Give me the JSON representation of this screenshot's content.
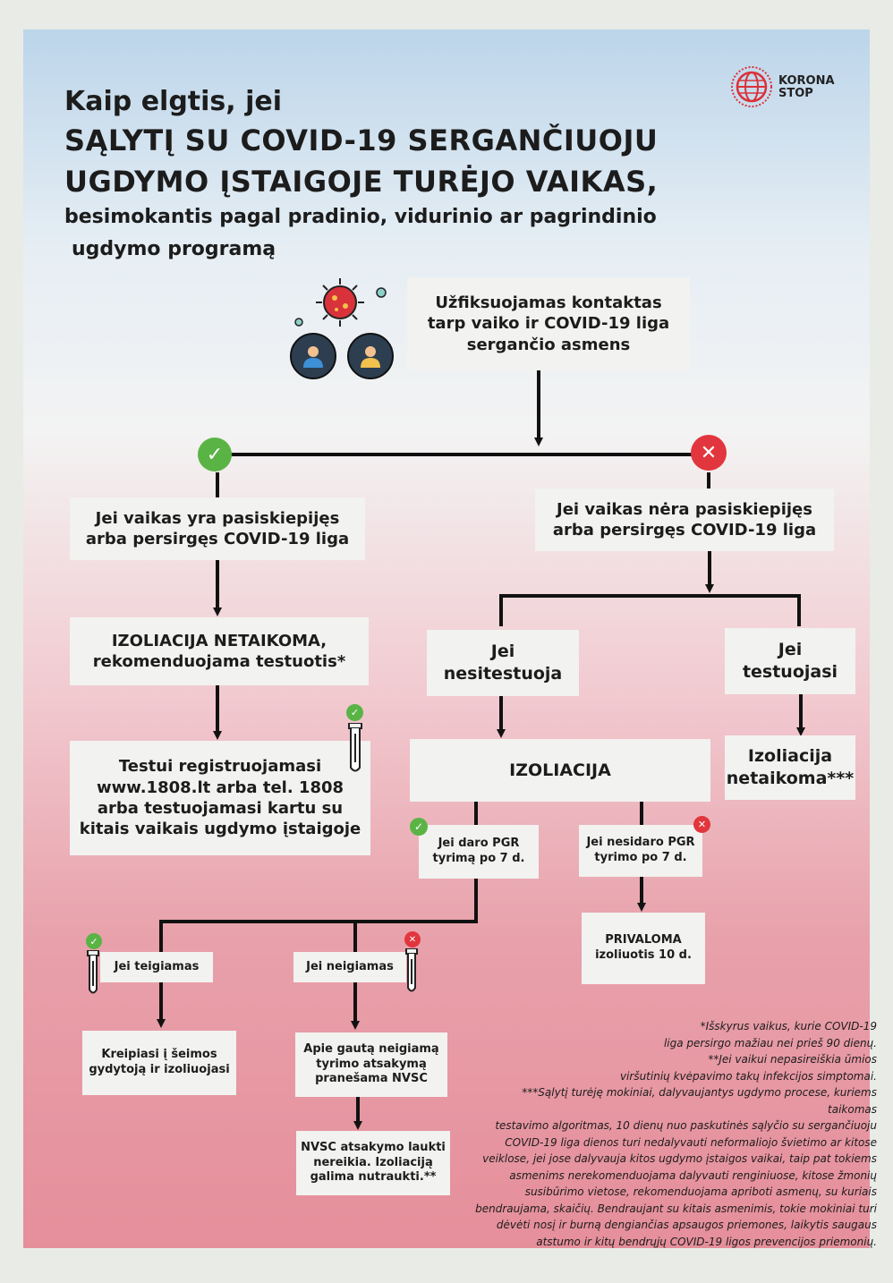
{
  "logo": {
    "line1": "KORONA",
    "line2": "STOP"
  },
  "title": {
    "line1": "Kaip elgtis, jei",
    "line2": "SĄLYTĮ SU COVID-19 SERGANČIUOJU",
    "line3": "UGDYMO ĮSTAIGOJE TURĖJO VAIKAS,",
    "line4": "besimokantis pagal pradinio, vidurinio ar pagrindinio",
    "line5": "ugdymo programą"
  },
  "nodes": {
    "start": [
      "Užfiksuojamas kontaktas",
      "tarp vaiko ir COVID-19 liga",
      "sergančio asmens"
    ],
    "vaccinated": [
      "Jei vaikas yra pasiskiepijęs",
      "arba persirgęs COVID-19 liga"
    ],
    "not_vaccinated": [
      "Jei vaikas nėra pasiskiepijęs",
      "arba persirgęs COVID-19 liga"
    ],
    "no_isolation": [
      "IZOLIACIJA NETAIKOMA,",
      "rekomenduojama testuotis*"
    ],
    "register_tests": [
      "Testui registruojamasi",
      "www.1808.lt arba tel. 1808",
      "arba testuojamasi kartu su",
      "kitais vaikais ugdymo įstaigoje"
    ],
    "not_testing": [
      "Jei",
      "nesitestuoja"
    ],
    "testing": [
      "Jei",
      "testuojasi"
    ],
    "isolation": [
      "IZOLIACIJA"
    ],
    "isolation_not_applied": [
      "Izoliacija",
      "netaikoma***"
    ],
    "does_pcr": [
      "Jei daro PGR",
      "tyrimą po 7 d."
    ],
    "no_pcr": [
      "Jei nesidaro PGR",
      "tyrimo po 7 d."
    ],
    "mandatory": [
      "PRIVALOMA",
      "izoliuotis 10 d."
    ],
    "positive": [
      "Jei teigiamas"
    ],
    "negative": [
      "Jei neigiamas"
    ],
    "contact_doctor": [
      "Kreipiasi į šeimos",
      "gydytoją ir izoliuojasi"
    ],
    "report_nvsc": [
      "Apie gautą neigiamą",
      "tyrimo atsakymą",
      "pranešama NVSC"
    ],
    "nvsc_not_needed": [
      "NVSC atsakymo laukti",
      "nereikia. Izoliaciją",
      "galima nutraukti.**"
    ]
  },
  "footnotes": [
    "*Išskyrus vaikus, kurie COVID-19",
    "liga persirgo mažiau nei prieš 90 dienų.",
    "**Jei vaikui nepasireiškia ūmios",
    "viršutinių kvėpavimo takų infekcijos simptomai.",
    "***Sąlytį turėję mokiniai, dalyvaujantys ugdymo procese, kuriems taikomas",
    "testavimo algoritmas, 10 dienų nuo paskutinės sąlyčio su sergančiuoju",
    "COVID-19 liga dienos turi nedalyvauti neformaliojo švietimo ar kitose",
    "veiklose, jei jose dalyvauja kitos ugdymo įstaigos vaikai, taip pat tokiems",
    "asmenims nerekomenduojama dalyvauti renginiuose, kitose žmonių",
    "susibūrimo vietose, rekomenduojama apriboti asmenų, su kuriais",
    "bendraujama, skaičių. Bendraujant su kitais asmenimis, tokie mokiniai turi",
    "dėvėti nosį ir burną dengiančias apsaugos priemones, laikytis saugaus",
    "atstumo ir kitų bendrųjų COVID-19 ligos prevencijos priemonių."
  ],
  "icons": {
    "virus": "virus-icon",
    "person_a": "person-icon",
    "person_b": "person-icon",
    "check": "check-icon",
    "cross": "cross-icon",
    "tube": "test-tube-icon",
    "logo": "globe-virus-icon"
  },
  "badges": {
    "check": "✓",
    "cross": "✕"
  },
  "colors": {
    "ok": "#5ab445",
    "no": "#e1363d",
    "line": "#111111",
    "virus": "#d9323a"
  }
}
